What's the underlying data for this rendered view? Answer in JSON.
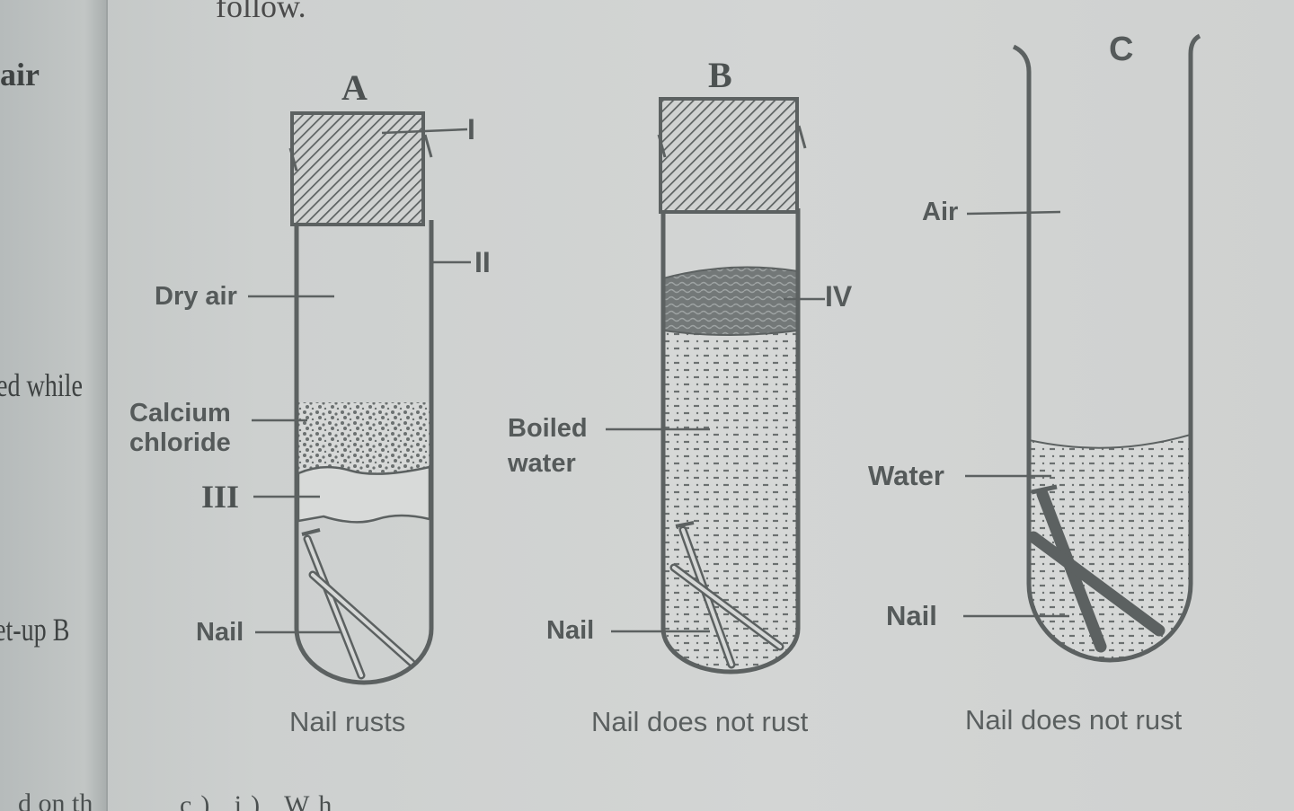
{
  "header": {
    "fragment": "follow."
  },
  "margin": {
    "line1": "air",
    "line2": "ed while",
    "line3": "et-up B",
    "line4": "d on th"
  },
  "bottom_fragment": "c)   i)   Wh",
  "setups": {
    "a": {
      "letter": "A",
      "labels": {
        "stopper": "I",
        "tube": "II",
        "dry_air": "Dry air",
        "calcium_line1": "Calcium",
        "calcium_line2": "chloride",
        "cotton": "III",
        "nail": "Nail"
      },
      "caption": "Nail rusts"
    },
    "b": {
      "letter": "B",
      "labels": {
        "oil_layer": "IV",
        "boiled_line1": "Boiled",
        "boiled_line2": "water",
        "nail": "Nail"
      },
      "caption": "Nail does not rust"
    },
    "c": {
      "letter": "C",
      "labels": {
        "air": "Air",
        "water": "Water",
        "nail": "Nail"
      },
      "caption": "Nail does not rust"
    }
  },
  "colors": {
    "ink": "#555a5a",
    "paper": "#d3d5d4",
    "oil": "#6d7272"
  }
}
